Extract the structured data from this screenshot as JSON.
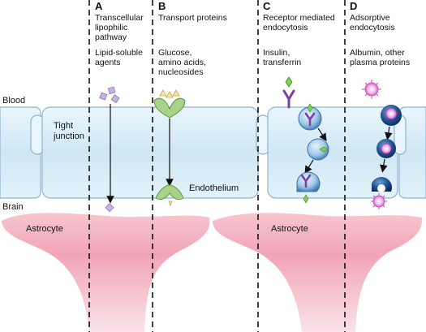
{
  "regions": {
    "blood": "Blood",
    "brain": "Brain",
    "tight_junction_line1": "Tight",
    "tight_junction_line2": "junction",
    "endothelium": "Endothelium",
    "astrocyte_left": "Astrocyte",
    "astrocyte_right": "Astrocyte"
  },
  "pathways": [
    {
      "letter": "A",
      "title_lines": [
        "Transcellular",
        "lipophilic",
        "pathway"
      ],
      "example_lines": [
        "Lipid-soluble",
        "agents"
      ]
    },
    {
      "letter": "B",
      "title_lines": [
        "Transport proteins"
      ],
      "example_lines": [
        "Glucose,",
        "amino acids,",
        "nucleosides"
      ]
    },
    {
      "letter": "C",
      "title_lines": [
        "Receptor mediated",
        "endocytosis"
      ],
      "example_lines": [
        "Insulin,",
        "transferrin"
      ]
    },
    {
      "letter": "D",
      "title_lines": [
        "Adsorptive",
        "endocytosis"
      ],
      "example_lines": [
        "Albumin, other",
        "plasma proteins"
      ]
    }
  ],
  "colors": {
    "endothelium_fill": "#d6ecf7",
    "endothelium_stroke": "#8fb4cf",
    "astrocyte": "#f3a9b9",
    "lipid_molecule": "#c9b3dc",
    "transporter": "#a8d18a",
    "receptor": "#7a3fa0",
    "insulin": "#5fbf3a",
    "vesicle": "#3a6fb0",
    "albumin": "#e07ad0",
    "dashed_line": "#111111"
  }
}
